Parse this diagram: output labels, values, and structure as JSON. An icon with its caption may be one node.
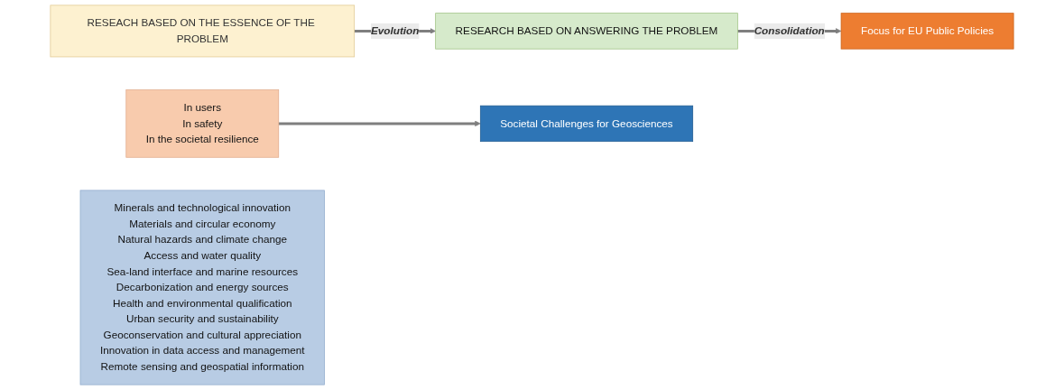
{
  "diagram": {
    "nodes": [
      {
        "text": [
          "RESEACH BASED ON THE ESSENCE OF THE PROBLEM"
        ]
      },
      {
        "text": [
          "RESEARCH BASED ON ANSWERING THE PROBLEM"
        ]
      },
      {
        "text": [
          "Focus for EU Public Policies"
        ]
      },
      {
        "text": [
          "In users",
          "In safety",
          "In the societal resilience"
        ]
      },
      {
        "text": [
          "Minerals and technological innovation",
          "Materials and circular economy",
          "Natural hazards and climate change",
          "Access and water quality",
          "Sea-land interface and marine resources",
          "Decarbonization and energy sources",
          "Health and environmental qualification",
          "Urban security and sustainability",
          "Geoconservation and cultural appreciation",
          "Innovation in data access and management",
          "Remote sensing and geospatial information"
        ]
      },
      {
        "text": [
          "Societal Challenges for Geosciences"
        ]
      }
    ],
    "edges": [
      {
        "from": 0,
        "to": 1,
        "arrow": "to",
        "label": "Evolution"
      },
      {
        "from": 1,
        "to": 2,
        "arrow": "to",
        "label": "Consolidation"
      },
      {
        "from": 3,
        "to": 5,
        "arrow": "to"
      }
    ]
  }
}
